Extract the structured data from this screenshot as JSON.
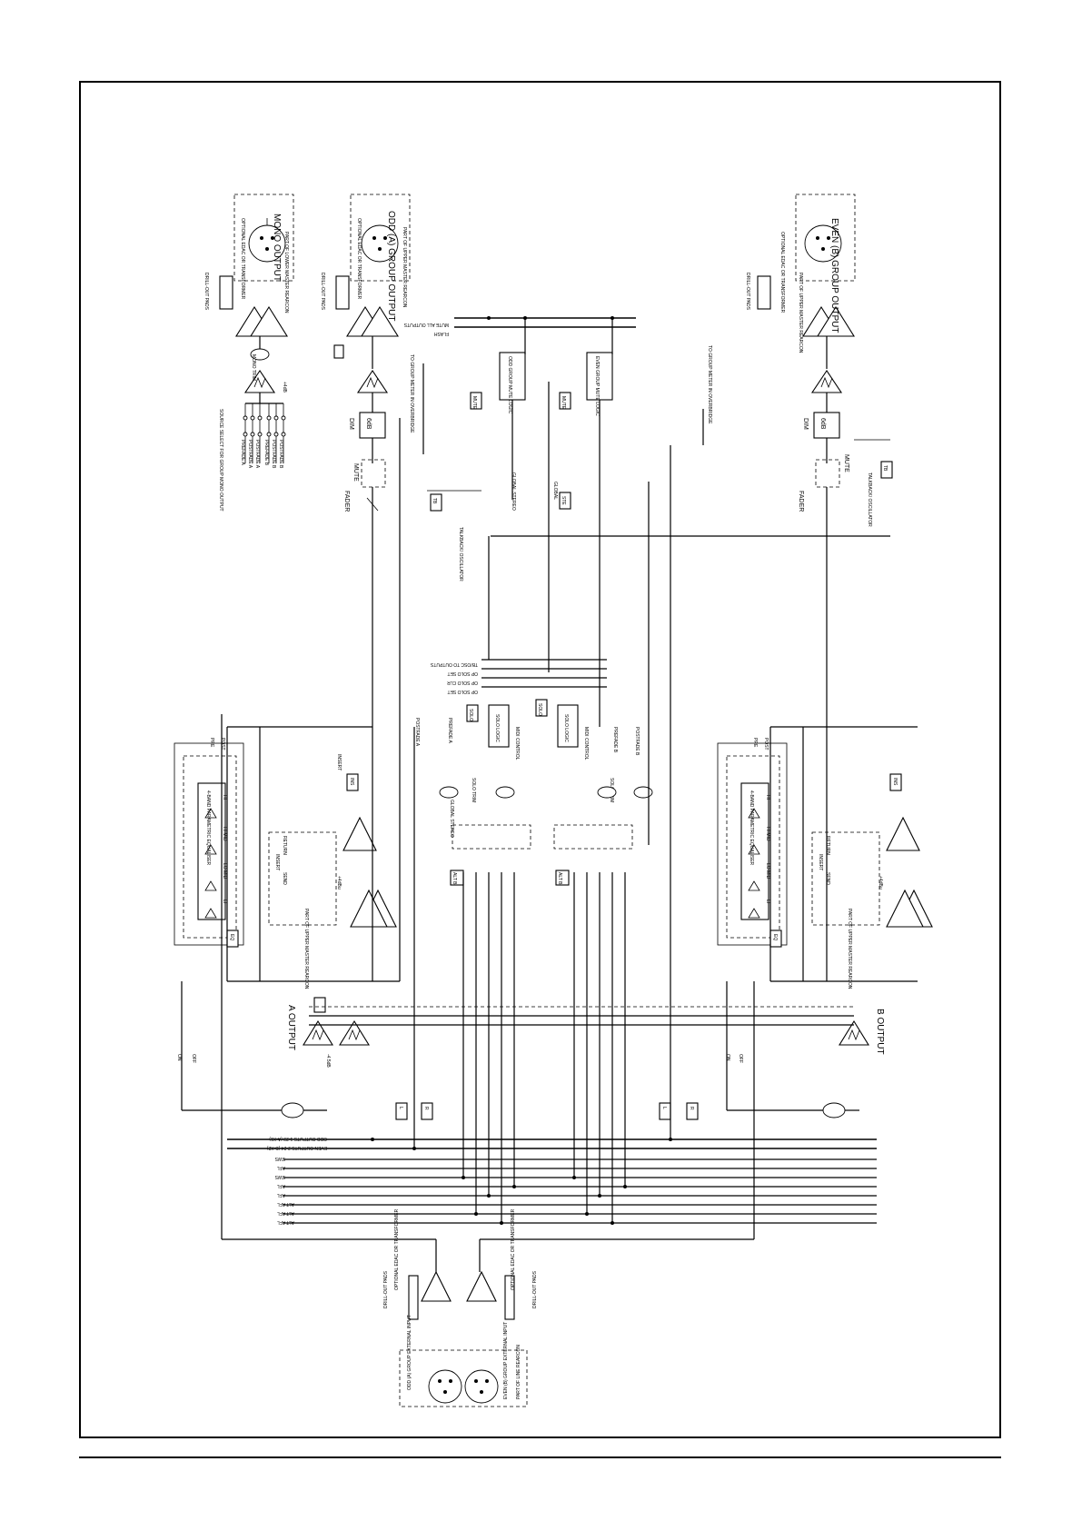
{
  "labels": {
    "mono_output": "MONO OUTPUT",
    "odd_group_output": "ODD (A) GROUP OUTPUT",
    "even_group_output": "EVEN (B) GROUP OUTPUT",
    "a_output": "A OUTPUT",
    "b_output": "B OUTPUT",
    "odd_group_external_input": "ODD (A) GROUP EXTERNAL INPUT",
    "even_group_external_input": "EVEN (B) GROUP EXTERNAL INPUT",
    "fader": "FADER",
    "mute": "MUTE",
    "dim": "DIM",
    "dim_gain": "6dB",
    "mono_trim": "MONO TRIM",
    "solo_logic": "SOLO LOGIC",
    "solo_trim": "SOLO TRIM",
    "odd_group_mute_logic": "ODD GROUP MUTE LOGIC",
    "even_group_mute_logic": "EVEN GROUP MUTE LOGIC",
    "eq_title": "4-BAND PARAMETRIC EQUALISER",
    "eq_bands": [
      "LF",
      "LO MID",
      "HI MID",
      "HF"
    ],
    "insert": "INSERT",
    "insert_send": "SEND",
    "insert_return": "RETURN",
    "pre": "PRE",
    "post": "POST",
    "on": "ON",
    "off": "OFF",
    "optional_edac": "OPTIONAL EDAC OR TRANSFORMER",
    "drill_out_pads": "DRILL-OUT PADS",
    "part_of_lower_master": "PART OF LOWER MASTER REARCON",
    "part_of_upper_master": "PART OF UPPER MASTER REARCON",
    "part_of_line_rearcon": "PART OF LINE REARCON",
    "to_group_meter": "TO GROUP METER IN OVERBRIDGE",
    "mute_all_outputs": "MUTE ALL OUTPUTS",
    "flash": "FLASH",
    "talkback_oscillator": "TALKBACK/ OSCILLATOR",
    "global_stereo": "GLOBAL STEREO",
    "global": "GLOBAL",
    "source_select": "SOURCE SELECT FOR GROUP MONO OUTPUT",
    "source_rows": [
      "PREFADE A",
      "POSTFADE A",
      "POSTFADE A",
      "PREFADE B",
      "POSTFADE B",
      "POSTFADE B"
    ],
    "prefade_a": "PREFADE A",
    "postfade_a": "POSTFADE A",
    "prefade_b": "PREFADE B",
    "postfade_b": "POSTFADE B",
    "midi_control": "MIDI CONTROL",
    "gain_plus_4": "+4dBu",
    "gain_minus_4": "-4.5dB",
    "gain_plus_4db": "+4dB",
    "bus_labels": [
      "EVEN OUTPUTS 2-24 (B-X2)",
      "ODD OUTPUTS 1-23 (A-X1)",
      "SWS",
      "AFL",
      "SWS",
      "AFL",
      "AFL",
      "ALT AFL",
      "ALT AFL",
      "ALT AFL"
    ],
    "solo_outputs": [
      "TB/OSC TO OUTPUTS",
      "OP SOLO SET",
      "OP SOLO CLR",
      "OP SOLO SET"
    ],
    "buttons": {
      "mute": "MUTE",
      "tb": "TB",
      "ste": "STE",
      "solo": "SOLO",
      "ins": "INS",
      "alt_b": "ALT B",
      "l": "L",
      "r": "R",
      "eq": "EQ"
    }
  }
}
